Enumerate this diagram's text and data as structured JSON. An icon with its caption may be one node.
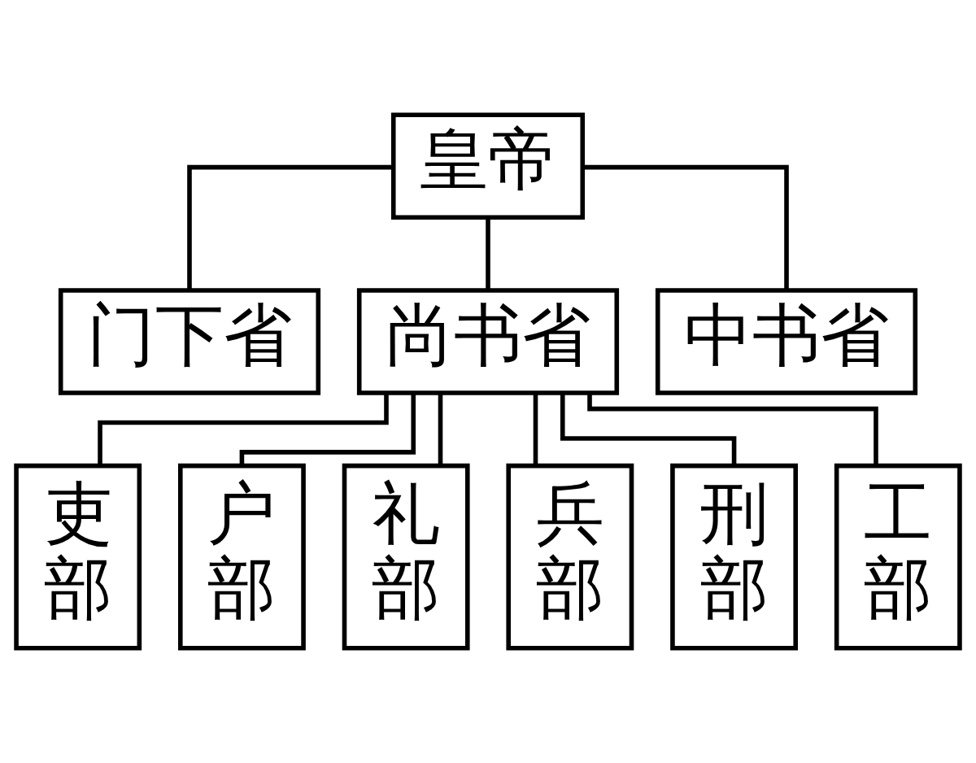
{
  "diagram": {
    "nodes": [
      {
        "text": [
          "皇帝"
        ]
      },
      {
        "text": [
          "门下省"
        ]
      },
      {
        "text": [
          "尚书省"
        ]
      },
      {
        "text": [
          "中书省"
        ]
      },
      {
        "text": [
          "吏部"
        ]
      },
      {
        "text": [
          "户部"
        ]
      },
      {
        "text": [
          "礼部"
        ]
      },
      {
        "text": [
          "兵部"
        ]
      },
      {
        "text": [
          "刑部"
        ]
      },
      {
        "text": [
          "工部"
        ]
      }
    ],
    "edges": [
      {
        "from": 0,
        "to": 1,
        "arrow": "none"
      },
      {
        "from": 0,
        "to": 2,
        "arrow": "none"
      },
      {
        "from": 0,
        "to": 3,
        "arrow": "none"
      },
      {
        "from": 2,
        "to": 4,
        "arrow": "none"
      },
      {
        "from": 2,
        "to": 5,
        "arrow": "none"
      },
      {
        "from": 2,
        "to": 6,
        "arrow": "none"
      },
      {
        "from": 2,
        "to": 7,
        "arrow": "none"
      },
      {
        "from": 2,
        "to": 8,
        "arrow": "none"
      },
      {
        "from": 2,
        "to": 9,
        "arrow": "none"
      }
    ]
  }
}
